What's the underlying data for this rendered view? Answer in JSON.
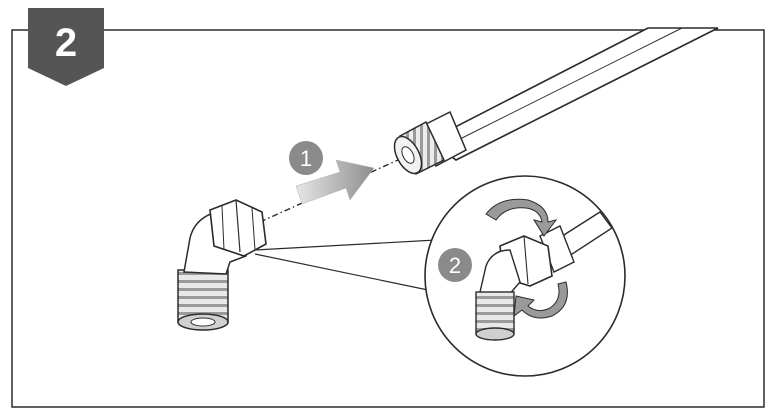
{
  "step": {
    "number": "2",
    "badge_color": "#555555"
  },
  "callouts": [
    {
      "label": "1",
      "color": "#8a8a8a"
    },
    {
      "label": "2",
      "color": "#8a8a8a"
    }
  ],
  "colors": {
    "frame": "#2b2b2b",
    "line": "#2b2b2b",
    "fill_light": "#ffffff",
    "fill_gray": "#d9d9d9",
    "arrow": "#b5b5b5"
  }
}
